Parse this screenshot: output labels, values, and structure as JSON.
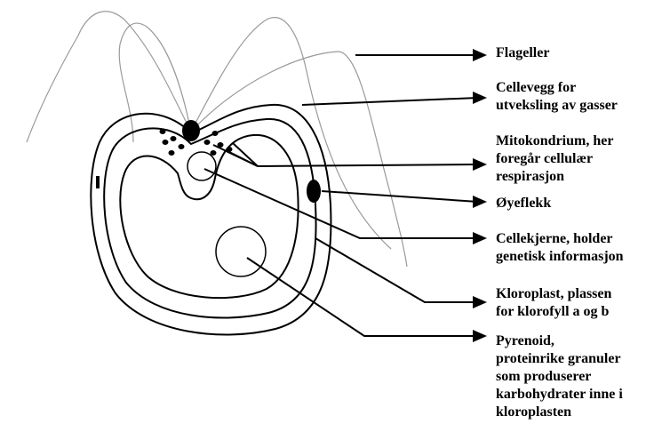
{
  "colors": {
    "stroke": "#000000",
    "flagella": "#9a9a9a",
    "background": "#ffffff"
  },
  "labels": [
    {
      "id": "flageller",
      "lines": [
        "Flageller"
      ]
    },
    {
      "id": "cellevegg",
      "lines": [
        "Cellevegg for",
        "utveksling av gasser"
      ]
    },
    {
      "id": "mitokondrium",
      "lines": [
        "Mitokondrium, her",
        "foregår cellulær",
        "respirasjon"
      ]
    },
    {
      "id": "oyeflekk",
      "lines": [
        "Øyeflekk"
      ]
    },
    {
      "id": "cellekjerne",
      "lines": [
        "Cellekjerne, holder",
        "genetisk informasjon"
      ]
    },
    {
      "id": "kloroplast",
      "lines": [
        "Kloroplast, plassen",
        "for klorofyll a og b"
      ]
    },
    {
      "id": "pyrenoid",
      "lines": [
        "Pyrenoid,",
        "proteinrike granuler",
        "som produserer",
        "karbohydrater inne i",
        "kloroplasten"
      ]
    }
  ]
}
